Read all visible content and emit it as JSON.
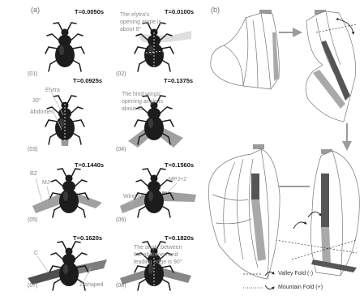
{
  "panel_a": {
    "label": "(a)",
    "frames": [
      {
        "time": "T=0.0050s",
        "label": "(01)"
      },
      {
        "time": "T=0.0100s",
        "label": "(02)"
      },
      {
        "time": "T=0.0925s",
        "label": "(03)"
      },
      {
        "time": "T=0.1375s",
        "label": "(04)"
      },
      {
        "time": "T=0.1440s",
        "label": "(05)"
      },
      {
        "time": "T=0.1560s",
        "label": "(06)"
      },
      {
        "time": "T=0.1620s",
        "label": "(07)"
      },
      {
        "time": "T=0.1820s",
        "label": "(08)"
      }
    ],
    "notes": {
      "f02": [
        "The elytra's",
        "opening angle is",
        "about 8°"
      ],
      "f03": {
        "elytra": "Elytra",
        "angle": "30°",
        "abdomen": "Abdomen"
      },
      "f04": [
        "The hind wings'",
        "opening angle is",
        "about 11"
      ],
      "f05": {
        "bz": "BZ",
        "mj": "MJ"
      },
      "f06": {
        "mpj": "MPJ+2",
        "tip": "Wing tip"
      },
      "f07": {
        "c": "C",
        "z": "Z-shaped"
      },
      "f08": [
        "The angle between",
        "the abdomen and",
        "leading edge is 90°"
      ]
    }
  },
  "panel_b": {
    "label": "(b)",
    "legend": {
      "valley": "Valley Fold (-)",
      "mountain": "Mountain Fold (+)"
    }
  },
  "colors": {
    "beetle": "#1c1c1c",
    "wing_photo": "#8f8f8f",
    "fold_dark": "#555555",
    "fold_light": "#a9a9a9",
    "arrow": "#9b9b9b"
  }
}
